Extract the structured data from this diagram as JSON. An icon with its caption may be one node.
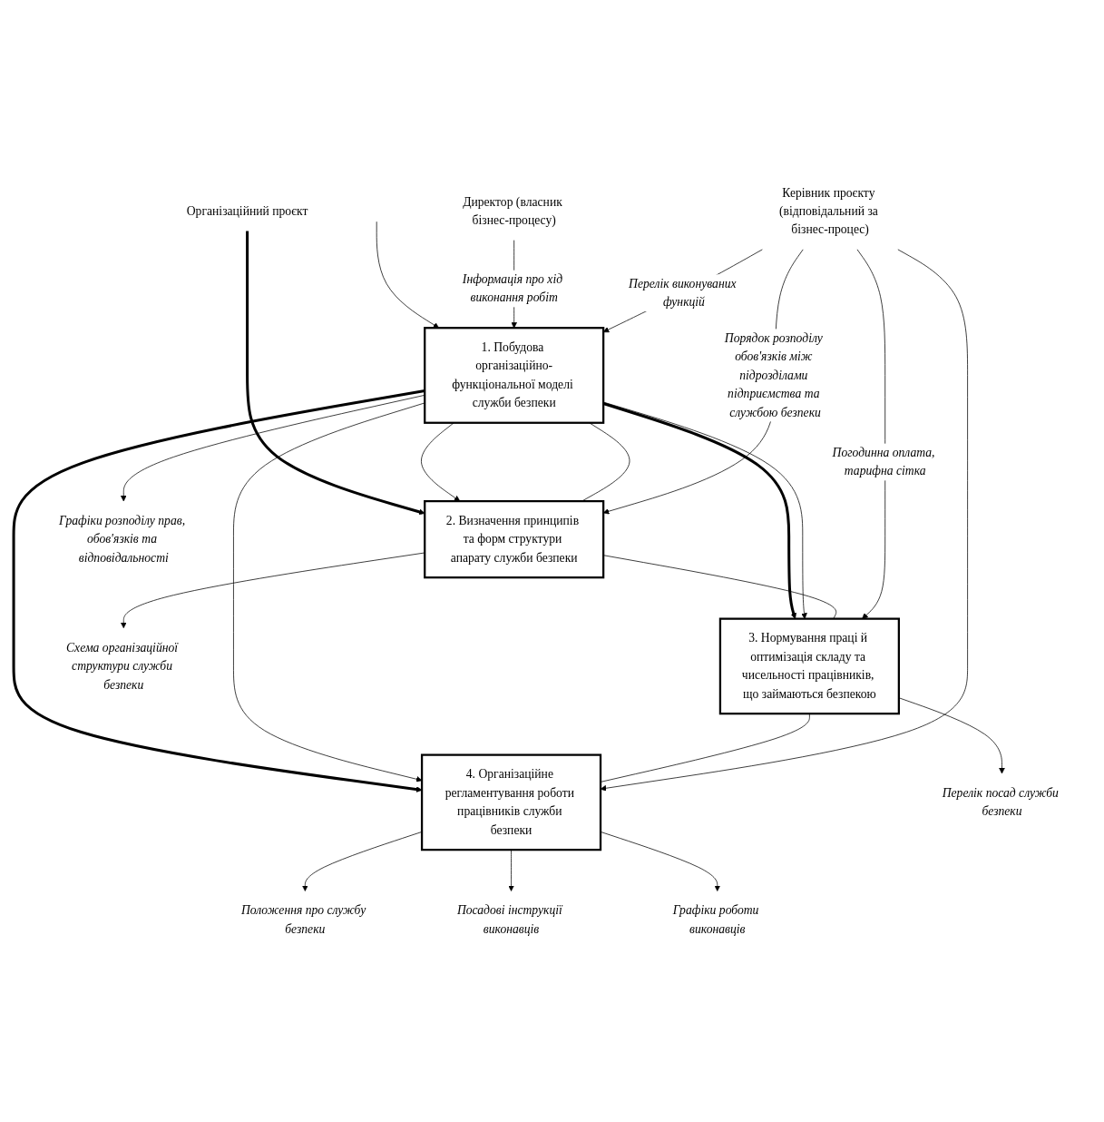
{
  "diagram": {
    "nodes": [
      {
        "text": [
          "Організаційний проєкт"
        ]
      },
      {
        "text": [
          "1. Побудова організаційно-функціональної моделі служби безпеки"
        ]
      },
      {
        "text": [
          "2. Визначення принципів та форм структури апарату служби безпеки"
        ]
      },
      {
        "text": [
          "3. Нормування праці й оптимізація складу та чисельності працівників, що займаються безпекою"
        ]
      },
      {
        "text": [
          "4. Організаційне регламентування роботи працівників служби безпеки"
        ]
      },
      {
        "text": [
          "Графіки розподілу прав, обов'язків та відповідальності"
        ]
      },
      {
        "text": [
          "Схема організаційної структури служби безпеки"
        ]
      },
      {
        "text": [
          "Перелік посад служби безпеки"
        ]
      },
      {
        "text": [
          "Положення про службу безпеки"
        ]
      },
      {
        "text": [
          "Посадові інструкції виконавців"
        ]
      },
      {
        "text": [
          "Графіки роботи виконавців"
        ]
      },
      {
        "text": [
          "Директор (власник бізнес-процесу)"
        ]
      },
      {
        "text": [
          "Керівник проєкту (відповідальний за бізнес-процес)"
        ]
      }
    ],
    "edges": [
      {
        "from": null,
        "to": 1,
        "arrow": "to"
      },
      {
        "from": 0,
        "to": 2,
        "arrow": "to",
        "style": "thick"
      },
      {
        "from": 1,
        "to": 3,
        "arrow": "to",
        "style": "thick"
      },
      {
        "from": 1,
        "to": 4,
        "arrow": "to",
        "style": "thick"
      },
      {
        "from": 1,
        "to": 5,
        "arrow": "to"
      },
      {
        "from": 1,
        "to": 2,
        "arrow": "to"
      },
      {
        "from": 1,
        "to": 3,
        "arrow": "to"
      },
      {
        "from": 1,
        "to": 4,
        "arrow": "to"
      },
      {
        "from": 1,
        "to": 2,
        "arrow": "none"
      },
      {
        "from": 2,
        "to": 3,
        "arrow": "none"
      },
      {
        "from": 3,
        "to": 4,
        "arrow": "none"
      },
      {
        "from": 2,
        "to": 6,
        "arrow": "to"
      },
      {
        "from": 3,
        "to": 7,
        "arrow": "to"
      },
      {
        "from": 4,
        "to": 8,
        "arrow": "to"
      },
      {
        "from": 4,
        "to": 9,
        "arrow": "to"
      },
      {
        "from": 4,
        "to": 10,
        "arrow": "to"
      },
      {
        "from": 11,
        "to": 1,
        "arrow": "to",
        "label": "Інформація про хід виконання робіт"
      },
      {
        "from": 12,
        "to": 2,
        "arrow": "to",
        "label": "Порядок розподілу обов'язків між підрозділами підприємства та службою безпеки"
      },
      {
        "from": 12,
        "to": 1,
        "arrow": "to",
        "label": "Перелік виконуваних функцій"
      },
      {
        "from": 12,
        "to": 3,
        "arrow": "to",
        "label": "Погодинна оплата, тарифна сітка"
      },
      {
        "from": 12,
        "to": 4,
        "arrow": "to"
      }
    ]
  }
}
